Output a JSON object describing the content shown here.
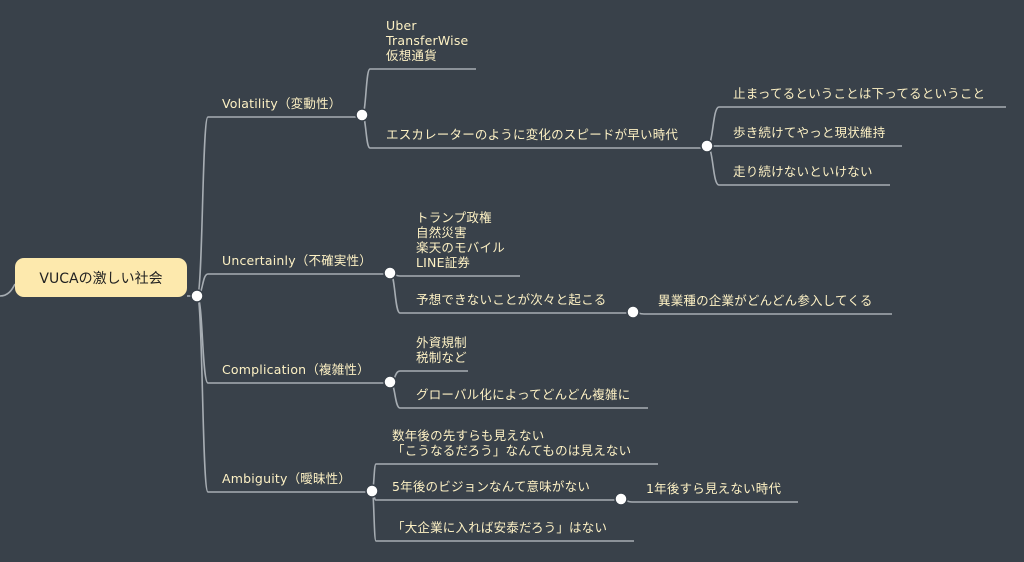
{
  "root": "VUCAの激しい社会",
  "branches": [
    {
      "label": "Volatility（変動性）",
      "children": [
        {
          "label": "Uber\nTransferWise\n仮想通貨"
        },
        {
          "label": "エスカレーターのように変化のスピードが早い時代",
          "children": [
            {
              "label": "止まってるということは下ってるということ"
            },
            {
              "label": "歩き続けてやっと現状維持"
            },
            {
              "label": "走り続けないといけない"
            }
          ]
        }
      ]
    },
    {
      "label": "Uncertainly（不確実性）",
      "children": [
        {
          "label": "トランプ政権\n自然災害\n楽天のモバイル\nLINE証券"
        },
        {
          "label": "予想できないことが次々と起こる",
          "children": [
            {
              "label": "異業種の企業がどんどん参入してくる"
            }
          ]
        }
      ]
    },
    {
      "label": "Complication（複雑性）",
      "children": [
        {
          "label": "外資規制\n税制など"
        },
        {
          "label": "グローバル化によってどんどん複雑に"
        }
      ]
    },
    {
      "label": "Ambiguity（曖昧性）",
      "children": [
        {
          "label": "数年後の先すらも見えない\n「こうなるだろう」なんてものは見えない"
        },
        {
          "label": "5年後のビジョンなんて意味がない",
          "children": [
            {
              "label": "1年後すら見えない時代"
            }
          ]
        },
        {
          "label": "「大企業に入れば安泰だろう」はない"
        }
      ]
    }
  ]
}
